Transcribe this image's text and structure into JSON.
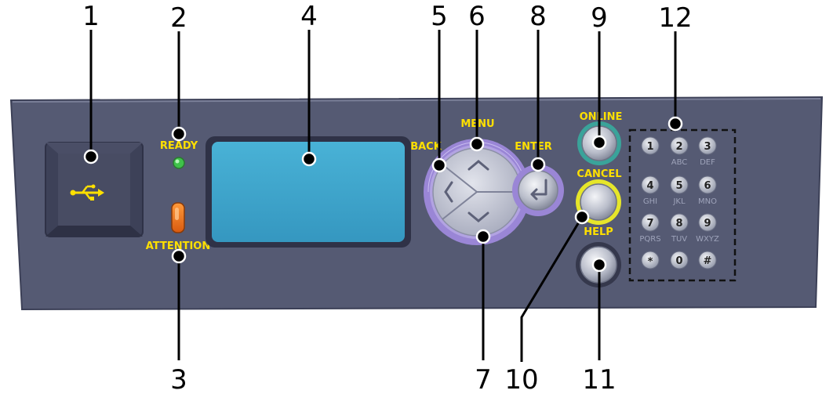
{
  "callouts": {
    "c1": "1",
    "c2": "2",
    "c3": "3",
    "c4": "4",
    "c5": "5",
    "c6": "6",
    "c7": "7",
    "c8": "8",
    "c9": "9",
    "c10": "10",
    "c11": "11",
    "c12": "12"
  },
  "panel_labels": {
    "ready": "READY",
    "attention": "ATTENTION",
    "back": "BACK",
    "menu": "MENU",
    "enter": "ENTER",
    "online": "ONLINE",
    "cancel": "CANCEL",
    "help": "HELP"
  },
  "keypad": {
    "k1": {
      "num": "1",
      "letters": ""
    },
    "k2": {
      "num": "2",
      "letters": "ABC"
    },
    "k3": {
      "num": "3",
      "letters": "DEF"
    },
    "k4": {
      "num": "4",
      "letters": "GHI"
    },
    "k5": {
      "num": "5",
      "letters": "JKL"
    },
    "k6": {
      "num": "6",
      "letters": "MNO"
    },
    "k7": {
      "num": "7",
      "letters": "PQRS"
    },
    "k8": {
      "num": "8",
      "letters": "TUV"
    },
    "k9": {
      "num": "9",
      "letters": "WXYZ"
    },
    "kstar": {
      "num": "*",
      "letters": ""
    },
    "k0": {
      "num": "0",
      "letters": ""
    },
    "khash": {
      "num": "#",
      "letters": ""
    }
  },
  "colors": {
    "panel": "#555a73",
    "display": "#3ea6cc",
    "label_yellow": "#ffe000",
    "nav_ring": "#9a86d6",
    "ready_led": "#3fc24a",
    "attention_led": "#f07a1a",
    "online_ring": "#3aa39a",
    "cancel_ring": "#e6e62a"
  },
  "icons": {
    "usb": "usb-icon",
    "up": "chevron-up-icon",
    "down": "chevron-down-icon",
    "left": "chevron-left-icon",
    "enter": "enter-return-icon"
  }
}
